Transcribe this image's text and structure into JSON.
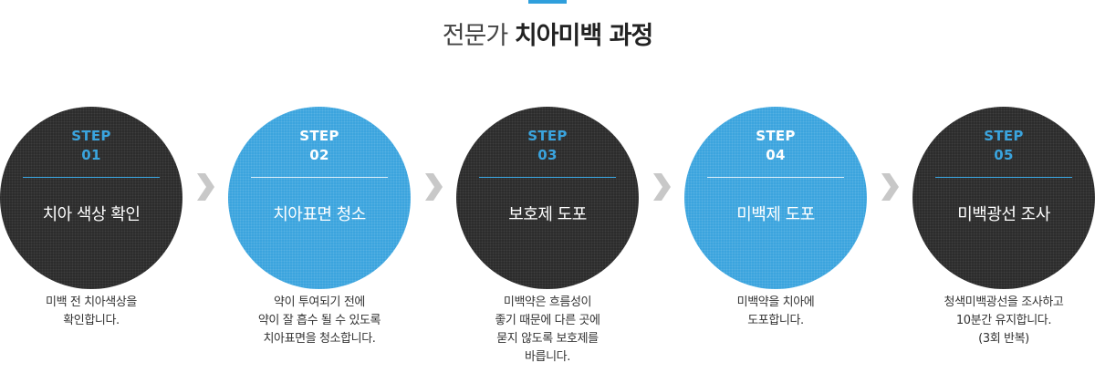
{
  "header": {
    "title_light": "전문가",
    "title_bold": "치아미백 과정"
  },
  "colors": {
    "accent_blue": "#3aa4de",
    "dark_circle": "#2b2b2b",
    "arrow_gray": "#c8c8c8"
  },
  "steps": [
    {
      "step_word": "STEP",
      "number": "01",
      "title": "치아 색상 확인",
      "description": [
        "미백 전 치아색상을",
        "확인합니다."
      ]
    },
    {
      "step_word": "STEP",
      "number": "02",
      "title": "치아표면 청소",
      "description": [
        "약이 투여되기 전에",
        "약이 잘 흡수 될 수 있도록",
        "치아표면을 청소합니다."
      ]
    },
    {
      "step_word": "STEP",
      "number": "03",
      "title": "보호제 도포",
      "description": [
        "미백약은 흐름성이",
        "좋기 때문에 다른 곳에",
        "묻지 않도록 보호제를",
        "바릅니다."
      ]
    },
    {
      "step_word": "STEP",
      "number": "04",
      "title": "미백제 도포",
      "description": [
        "미백약을 치아에",
        "도포합니다."
      ]
    },
    {
      "step_word": "STEP",
      "number": "05",
      "title": "미백광선 조사",
      "description": [
        "청색미백광선을 조사하고",
        "10분간 유지합니다.",
        "(3회 반복)"
      ]
    }
  ],
  "arrow_icon": "chevron-right-icon"
}
